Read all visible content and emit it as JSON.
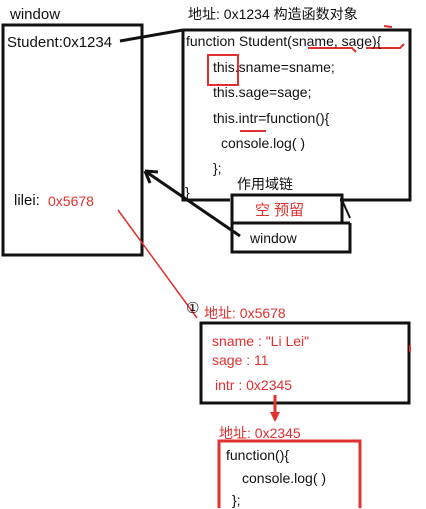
{
  "window_frame": {
    "label": "window",
    "student_ref": "Student:0x1234",
    "lilei_name": "lilei:",
    "lilei_addr": "0x5678"
  },
  "constructor": {
    "header": "地址: 0x1234  构造函数对象",
    "code": [
      "function Student(sname, sage){",
      "this.sname=sname;",
      "this.sage=sage;",
      "this.intr=function(){",
      "console.log(  )",
      "};",
      "}"
    ]
  },
  "scope_chain": {
    "title": "作用域链",
    "slot_empty": "空 预留",
    "slot_window": "window"
  },
  "instance": {
    "step_mark": "①",
    "header": "地址: 0x5678",
    "props": [
      "sname : \"Li Lei\"",
      "sage :  11",
      "intr : 0x2345"
    ]
  },
  "function_obj": {
    "header": "地址: 0x2345",
    "code": [
      "function(){",
      "console.log(  )",
      "};"
    ]
  },
  "colors": {
    "ink": "#111111",
    "annotation_red": "#e03030"
  }
}
